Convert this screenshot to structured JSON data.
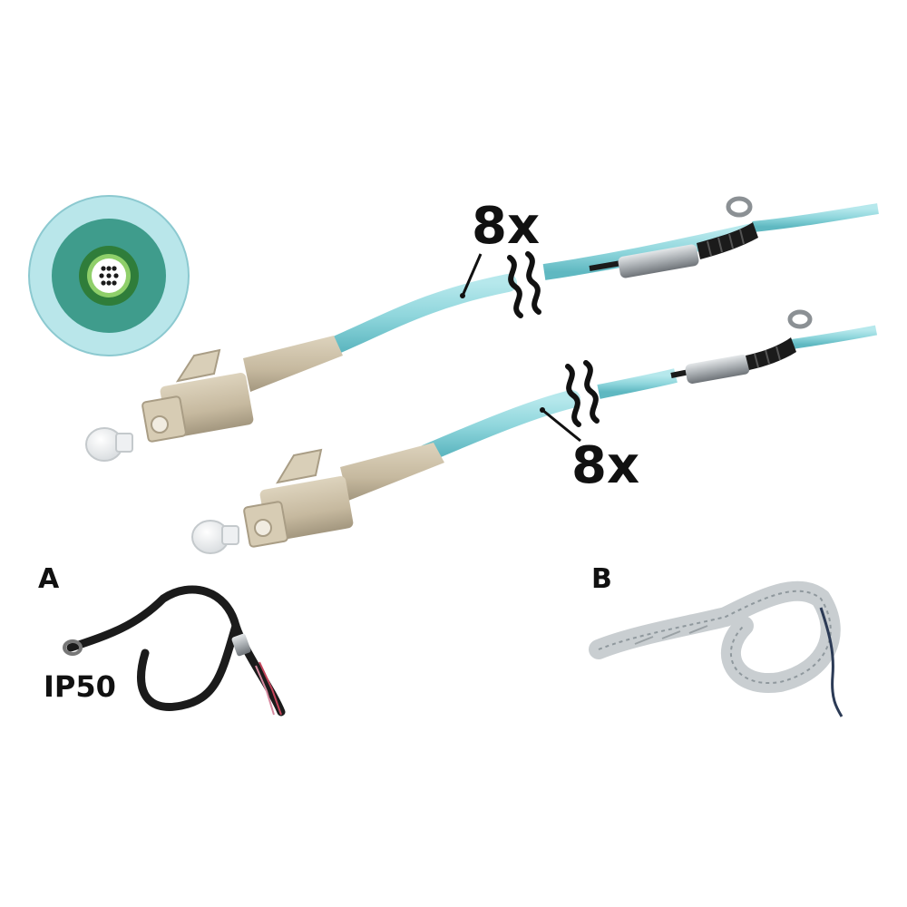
{
  "labels": {
    "multiplier_upper": "8x",
    "multiplier_lower": "8x",
    "variant_a": "A",
    "variant_b": "B",
    "protection_rating": "IP50"
  },
  "colors": {
    "cable_aqua": "#8fd6dc",
    "cable_aqua_dark": "#6cc3cb",
    "connector_beige": "#cbbfa6",
    "connector_beige_dark": "#a99d85",
    "jacket_outer": "#b9e6ea",
    "jacket_mid": "#3f9c8c",
    "jacket_inner": "#2f7d3a",
    "metal": "#9aa0a4",
    "black": "#1b1b1b"
  },
  "icons": {
    "cable_cross_section": "cable-cross-section-icon",
    "lc_connector": "lc-connector-icon",
    "dust_cap": "dust-cap-icon",
    "break_mark": "cable-break-icon",
    "pulling_eye": "pulling-eye-icon",
    "pulling_stocking": "pulling-stocking-icon"
  }
}
